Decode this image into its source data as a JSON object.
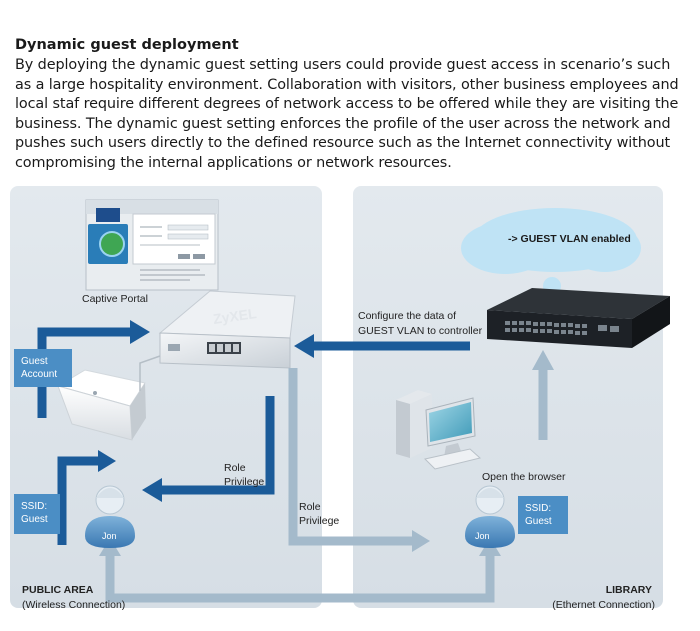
{
  "intro": {
    "title": "Dynamic guest deployment",
    "paragraph": "By deploying the dynamic guest setting users could provide guest access in scenario’s such as a large hospitality environment. Collaboration with visitors, other business employees and local staf require different degrees of network access to be offered while they are visiting the business. The dynamic guest setting enforces the profile of the user across the network and pushes such users directly to the defined resource such as the Internet connectivity without compromising the internal applications or network resources."
  },
  "diagram": {
    "captive_portal_label": "Captive Portal",
    "configure_label_line1": "Configure the data of",
    "configure_label_line2": "GUEST VLAN to controller",
    "cloud_text": "-> GUEST VLAN enabled",
    "guest_account_box": [
      "Guest",
      "Account"
    ],
    "ssid_left_box": [
      "SSID:",
      "Guest"
    ],
    "ssid_right_box": [
      "SSID:",
      "Guest"
    ],
    "role_privilege_1": [
      "Role",
      "Privilege"
    ],
    "role_privilege_2": [
      "Role",
      "Privilege"
    ],
    "open_browser_label": "Open the browser",
    "user_left_name": "Jon",
    "user_right_name": "Jon",
    "public_area_title": "PUBLIC AREA",
    "public_area_sub": "(Wireless Connection)",
    "library_title": "LIBRARY",
    "library_sub": "(Ethernet Connection)",
    "brand_text": "ZyXEL",
    "colors": {
      "panel_bg": "#dfe6ec",
      "dark_arrow": "#1b5b99",
      "light_arrow": "#9fb6c8",
      "label_box": "#4b8ec5",
      "cloud": "#b9e1f5"
    }
  }
}
